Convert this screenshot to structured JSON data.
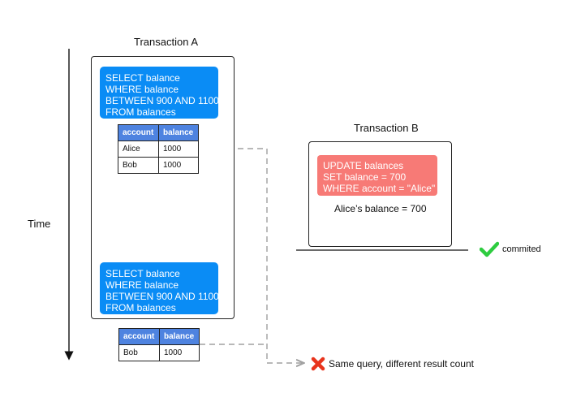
{
  "transaction_a": {
    "title": "Transaction A",
    "query_1": [
      "SELECT balance",
      "WHERE balance",
      "BETWEEN 900 AND 1100",
      "FROM balances"
    ],
    "result_1": {
      "headers": [
        "account",
        "balance"
      ],
      "rows": [
        [
          "Alice",
          "1000"
        ],
        [
          "Bob",
          "1000"
        ]
      ]
    },
    "query_2": [
      "SELECT balance",
      "WHERE balance",
      "BETWEEN 900 AND 1100",
      "FROM balances"
    ],
    "result_2": {
      "headers": [
        "account",
        "balance"
      ],
      "rows": [
        [
          "Bob",
          "1000"
        ]
      ]
    }
  },
  "transaction_b": {
    "title": "Transaction B",
    "query": [
      "UPDATE balances",
      "SET balance = 700",
      "WHERE account = \"Alice\""
    ],
    "note": "Alice’s balance = 700",
    "status": "commited"
  },
  "time_label": "Time",
  "conclusion": "Same query, different result count",
  "colors": {
    "select_query": "#0a8cf5",
    "update_query": "#f77a76",
    "table_header": "#4e83e0",
    "success": "#2ecc40",
    "failure": "#e8341c",
    "connector": "#a0a0a0"
  },
  "icons": {
    "success": "check-icon",
    "failure": "cross-icon"
  }
}
